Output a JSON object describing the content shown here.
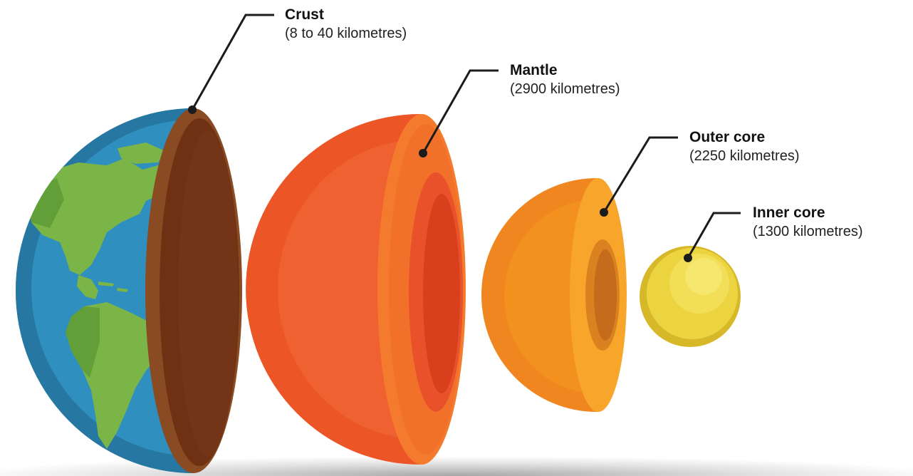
{
  "layers": [
    {
      "key": "crust",
      "name": "Crust",
      "thickness": "(8 to 40 kilometres)",
      "color": "#8a4a22"
    },
    {
      "key": "mantle",
      "name": "Mantle",
      "thickness": "(2900 kilometres)",
      "color": "#ec5627"
    },
    {
      "key": "outer",
      "name": "Outer core",
      "thickness": "(2250 kilometres)",
      "color": "#f29a25"
    },
    {
      "key": "inner",
      "name": "Inner core",
      "thickness": "(1300 kilometres)",
      "color": "#ecd441"
    }
  ],
  "palette": {
    "ocean": "#2f8fbf",
    "land": "#7bb547",
    "leader_line": "#1b1b1b"
  }
}
